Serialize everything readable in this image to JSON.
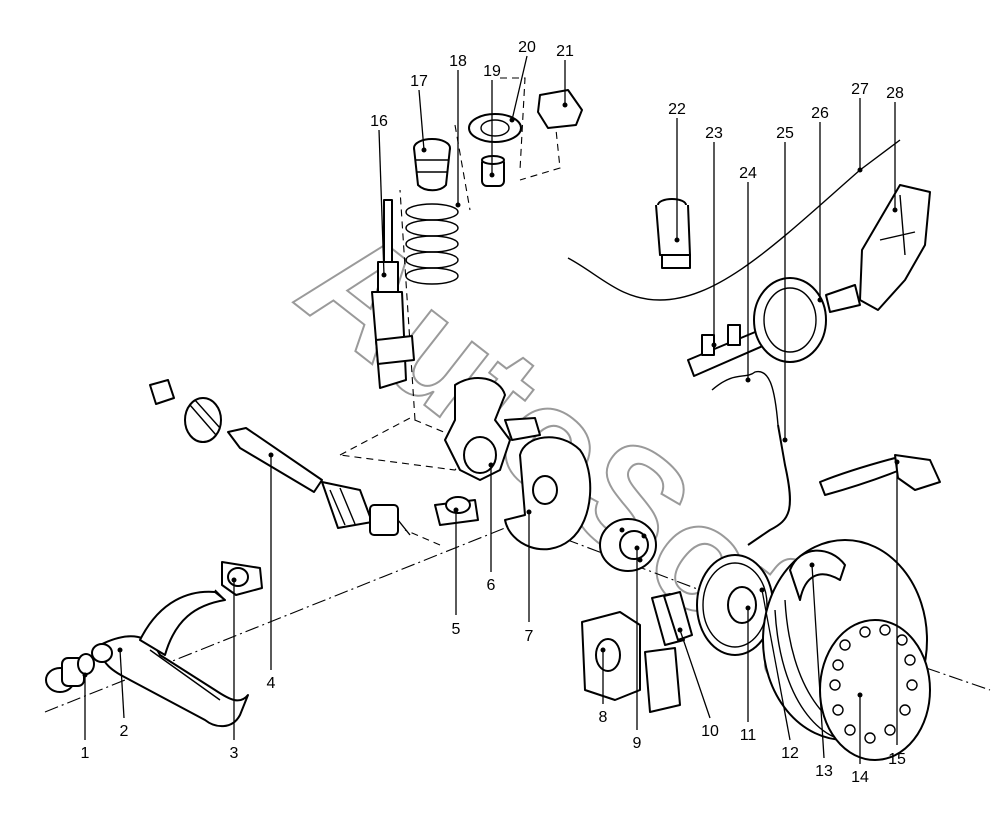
{
  "watermark": {
    "text": "AutoSoft"
  },
  "callouts": [
    {
      "label": "1"
    },
    {
      "label": "2"
    },
    {
      "label": "3"
    },
    {
      "label": "4"
    },
    {
      "label": "5"
    },
    {
      "label": "6"
    },
    {
      "label": "7"
    },
    {
      "label": "8"
    },
    {
      "label": "9"
    },
    {
      "label": "10"
    },
    {
      "label": "11"
    },
    {
      "label": "12"
    },
    {
      "label": "13"
    },
    {
      "label": "14"
    },
    {
      "label": "15"
    },
    {
      "label": "16"
    },
    {
      "label": "17"
    },
    {
      "label": "18"
    },
    {
      "label": "19"
    },
    {
      "label": "20"
    },
    {
      "label": "21"
    },
    {
      "label": "22"
    },
    {
      "label": "23"
    },
    {
      "label": "24"
    },
    {
      "label": "25"
    },
    {
      "label": "26"
    },
    {
      "label": "27"
    },
    {
      "label": "28"
    }
  ]
}
